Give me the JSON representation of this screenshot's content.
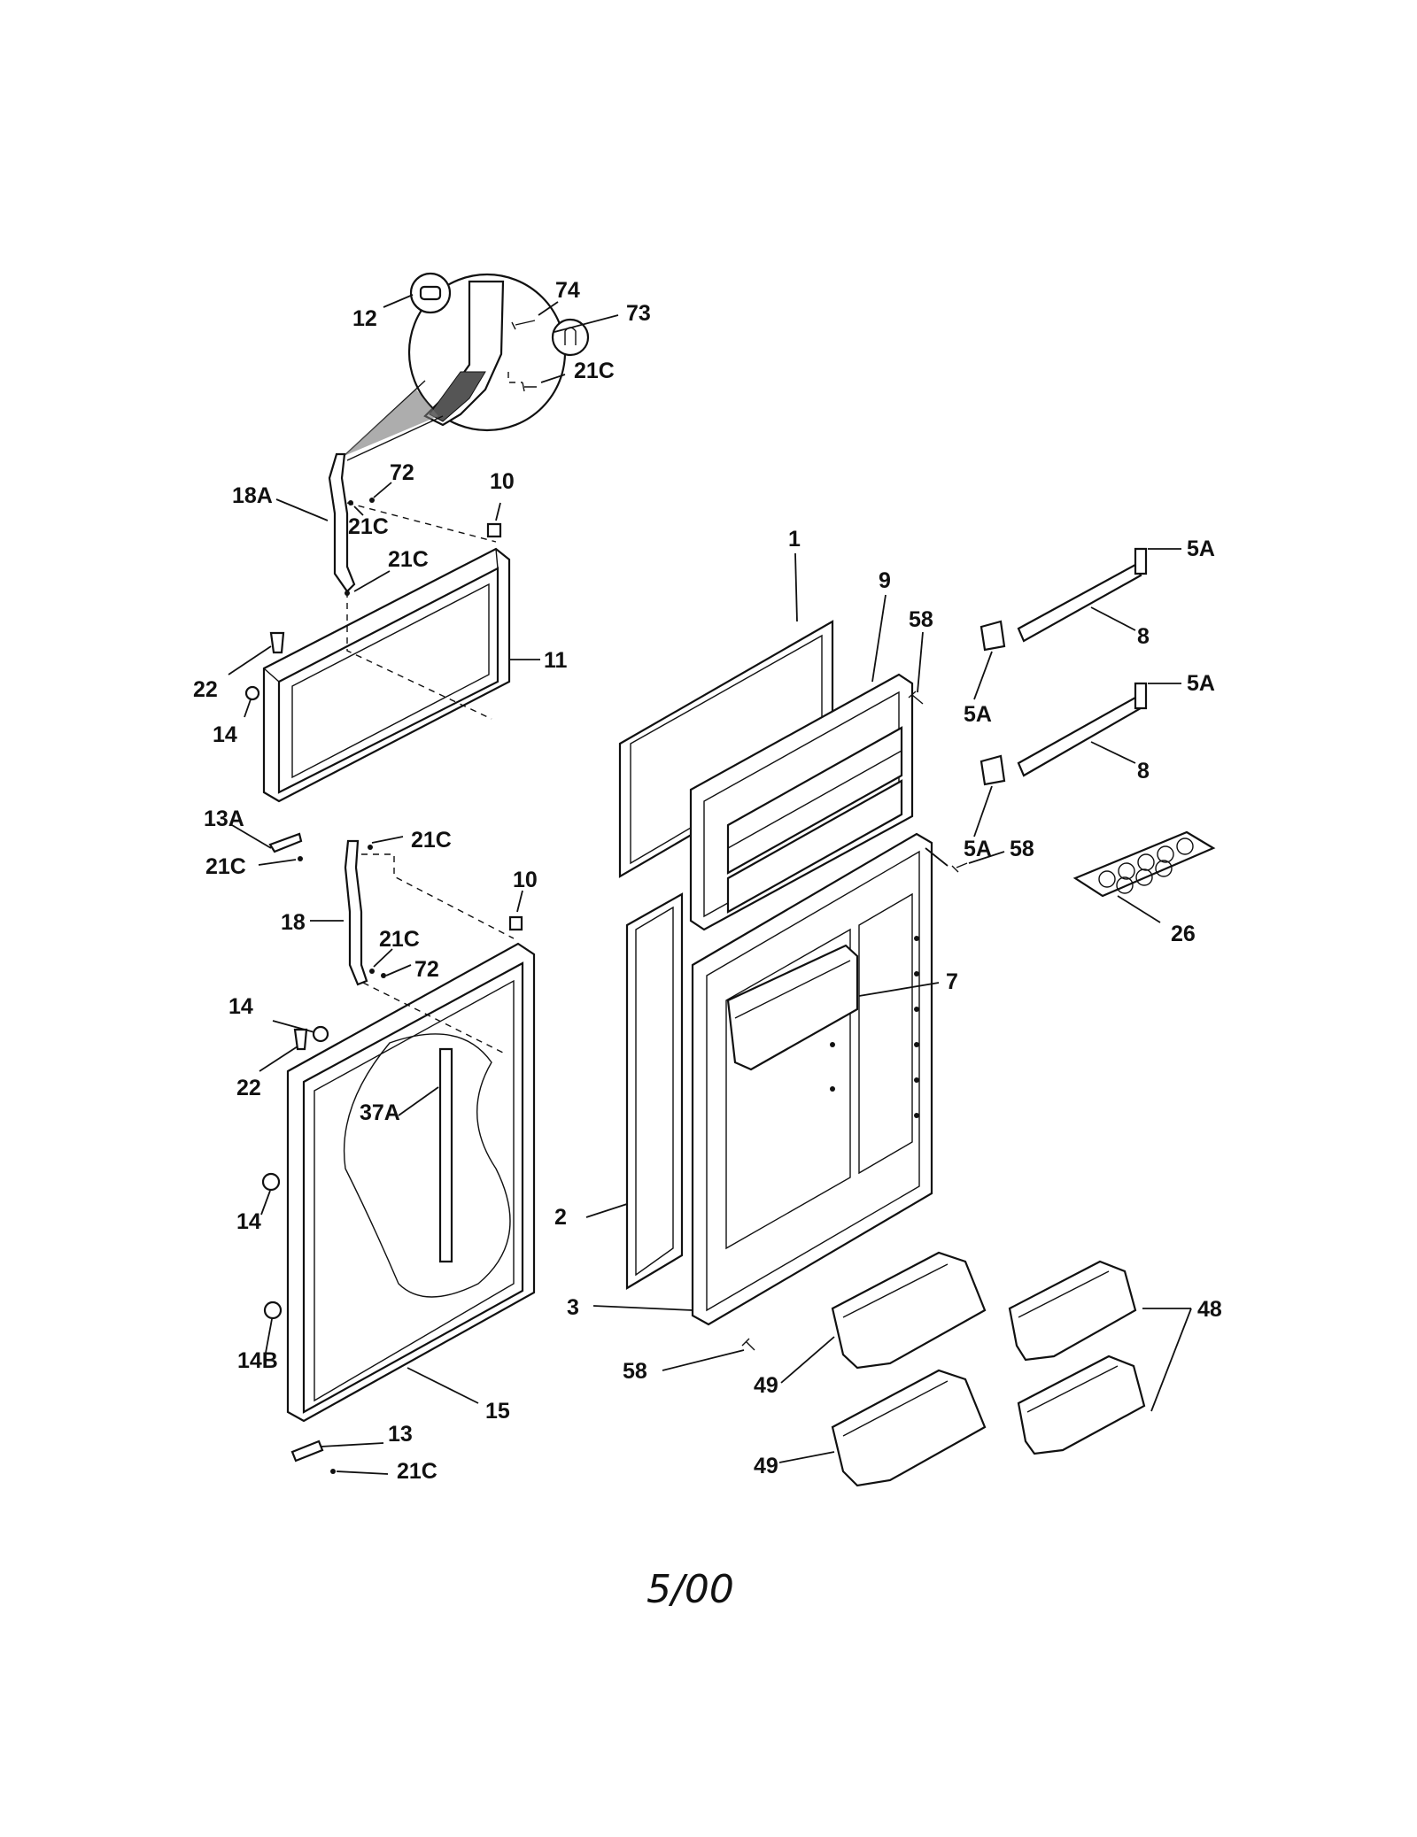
{
  "diagram": {
    "callouts": {
      "p12": "12",
      "p74": "74",
      "p73": "73",
      "p21c_a": "21C",
      "p18a": "18A",
      "p72_a": "72",
      "p21c_b": "21C",
      "p21c_c": "21C",
      "p10_a": "10",
      "p11": "11",
      "p22_a": "22",
      "p14_a": "14",
      "p13a": "13A",
      "p21c_d": "21C",
      "p21c_e": "21C",
      "p10_b": "10",
      "p18": "18",
      "p21c_f": "21C",
      "p72_b": "72",
      "p14_b": "14",
      "p22_b": "22",
      "p37a": "37A",
      "p14_c": "14",
      "p14b": "14B",
      "p15": "15",
      "p13": "13",
      "p21c_g": "21C",
      "p1": "1",
      "p9": "9",
      "p58_a": "58",
      "p2": "2",
      "p7": "7",
      "p3": "3",
      "p58_b": "58",
      "p58_c": "58",
      "p5a_a": "5A",
      "p8_a": "8",
      "p5a_b": "5A",
      "p5a_c": "5A",
      "p8_b": "8",
      "p5a_d": "5A",
      "p26": "26",
      "p48": "48",
      "p49_a": "49",
      "p49_b": "49"
    },
    "footer_date": "5/00"
  }
}
